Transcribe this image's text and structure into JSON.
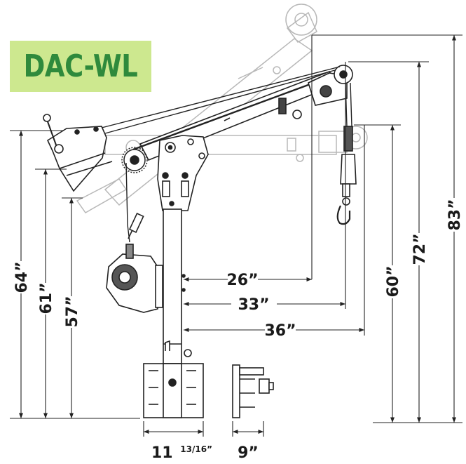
{
  "model_label": "DAC-WL",
  "colors": {
    "badge_bg": "#cde88f",
    "badge_text": "#2f8a3c",
    "line": "#222222",
    "ghost": "#b8b8b8"
  },
  "dimensions": {
    "reach_26": "26”",
    "reach_33": "33”",
    "reach_36": "36”",
    "height_83": "83”",
    "height_72": "72”",
    "height_60": "60”",
    "height_64": "64”",
    "height_61": "61”",
    "height_57": "57”",
    "base_width_whole": "11",
    "base_width_fraction": "13/16”",
    "base_depth": "9”"
  }
}
